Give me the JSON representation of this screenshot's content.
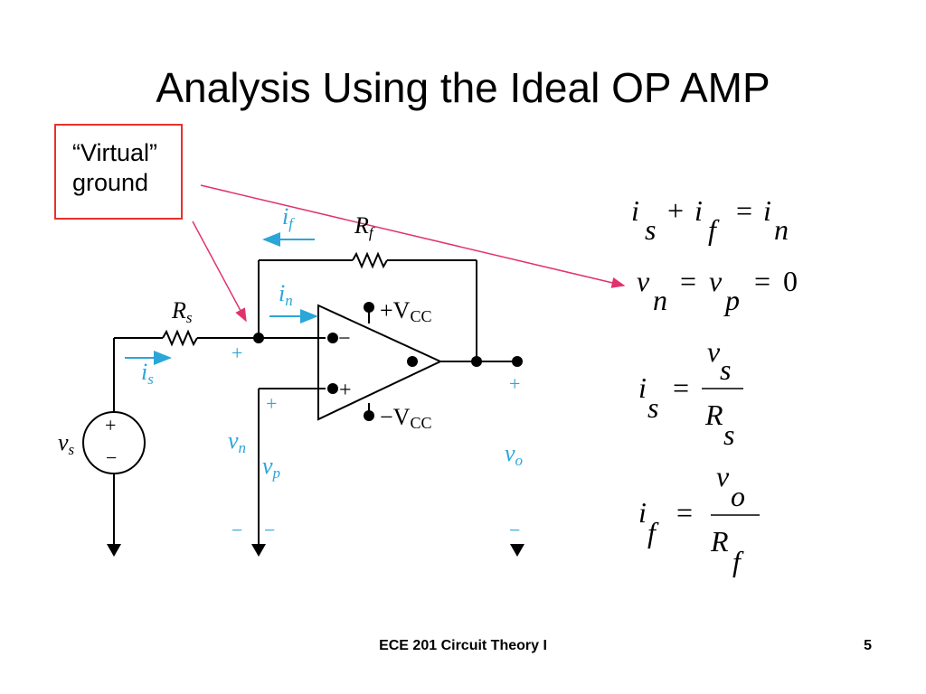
{
  "slide": {
    "title": "Analysis Using the Ideal OP AMP",
    "footer": "ECE 201 Circuit Theory  I",
    "page_number": "5"
  },
  "callout": {
    "line1": "“Virtual”",
    "line2": "ground"
  },
  "circuit": {
    "labels": {
      "i": "i",
      "f": "f",
      "s": "s",
      "n": "n",
      "p": "p",
      "o": "o",
      "v": "v",
      "R": "R",
      "plus": "+",
      "minus": "−",
      "vcc_pos": "+V",
      "vcc_neg": "−V",
      "cc": "CC"
    }
  },
  "equations": {
    "eq1": {
      "i": "i",
      "s": "s",
      "plus": "+",
      "f": "f",
      "equals": "=",
      "n": "n"
    },
    "eq2": {
      "v": "v",
      "n": "n",
      "equals": "=",
      "p": "p",
      "zero": "0"
    },
    "eq3": {
      "i": "i",
      "s": "s",
      "equals": "=",
      "v": "v",
      "R": "R"
    },
    "eq4": {
      "i": "i",
      "f": "f",
      "equals": "=",
      "v": "v",
      "o": "o",
      "R": "R"
    }
  },
  "colors": {
    "callout_border": "#e8312b",
    "arrow": "#e0336e",
    "current_label": "#2aa6d8"
  }
}
